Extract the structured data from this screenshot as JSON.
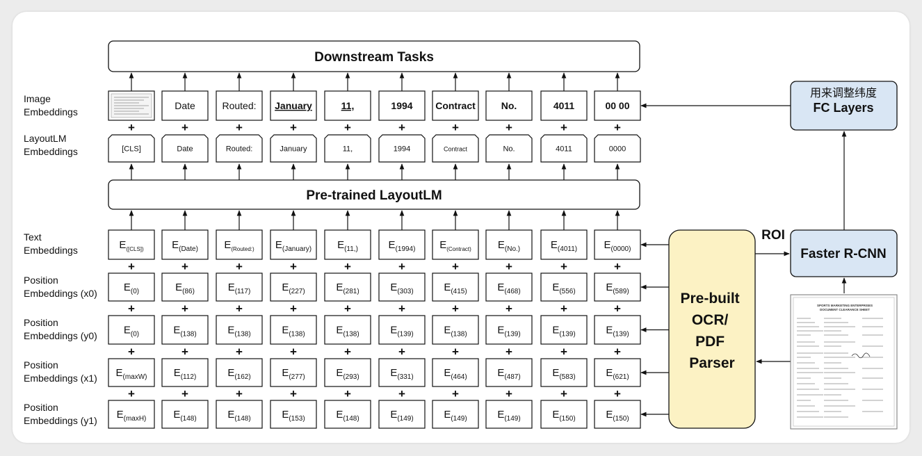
{
  "top_bar": {
    "label": "Downstream Tasks"
  },
  "middle_bar": {
    "label": "Pre-trained LayoutLM"
  },
  "row_labels": {
    "image": [
      "Image",
      "Embeddings"
    ],
    "layout": [
      "LayoutLM",
      "Embeddings"
    ],
    "text": [
      "Text",
      "Embeddings"
    ],
    "x0": [
      "Position",
      "Embeddings (x0)"
    ],
    "y0": [
      "Position",
      "Embeddings (y0)"
    ],
    "x1": [
      "Position",
      "Embeddings (x1)"
    ],
    "y1": [
      "Position",
      "Embeddings (y1)"
    ]
  },
  "image_tokens": [
    "",
    "Date",
    "Routed:",
    "January",
    "11,",
    "1994",
    "Contract",
    "No.",
    "4011",
    "00 00"
  ],
  "layout_tokens": [
    "[CLS]",
    "Date",
    "Routed:",
    "January",
    "11,",
    "1994",
    "Contract",
    "No.",
    "4011",
    "0000"
  ],
  "text_subs": [
    "([CLS])",
    "(Date)",
    "(Routed:)",
    "(January)",
    "(11,)",
    "(1994)",
    "(Contract)",
    "(No.)",
    "(4011)",
    "(0000)"
  ],
  "x0_subs": [
    "(0)",
    "(86)",
    "(117)",
    "(227)",
    "(281)",
    "(303)",
    "(415)",
    "(468)",
    "(556)",
    "(589)"
  ],
  "y0_subs": [
    "(0)",
    "(138)",
    "(138)",
    "(138)",
    "(138)",
    "(139)",
    "(138)",
    "(139)",
    "(139)",
    "(139)"
  ],
  "x1_subs": [
    "(maxW)",
    "(112)",
    "(162)",
    "(277)",
    "(293)",
    "(331)",
    "(464)",
    "(487)",
    "(583)",
    "(621)"
  ],
  "y1_subs": [
    "(maxH)",
    "(148)",
    "(148)",
    "(153)",
    "(148)",
    "(149)",
    "(149)",
    "(149)",
    "(150)",
    "(150)"
  ],
  "embedding_letter": "E",
  "plus_sign": "+",
  "ocr": {
    "lines": [
      "Pre-built",
      "OCR/",
      "PDF",
      "Parser"
    ],
    "fill": "#fcf2c4"
  },
  "fc": {
    "chinese": "用来调整纬度",
    "label": "FC Layers",
    "fill": "#d9e6f4"
  },
  "rcnn": {
    "label": "Faster R-CNN",
    "fill": "#d9e6f4"
  },
  "roi_label": "ROI",
  "document_thumbnail": {
    "header": [
      "SPORTS MARKETING ENTERPRISES",
      "DOCUMENT CLEARANCE SHEET"
    ]
  }
}
